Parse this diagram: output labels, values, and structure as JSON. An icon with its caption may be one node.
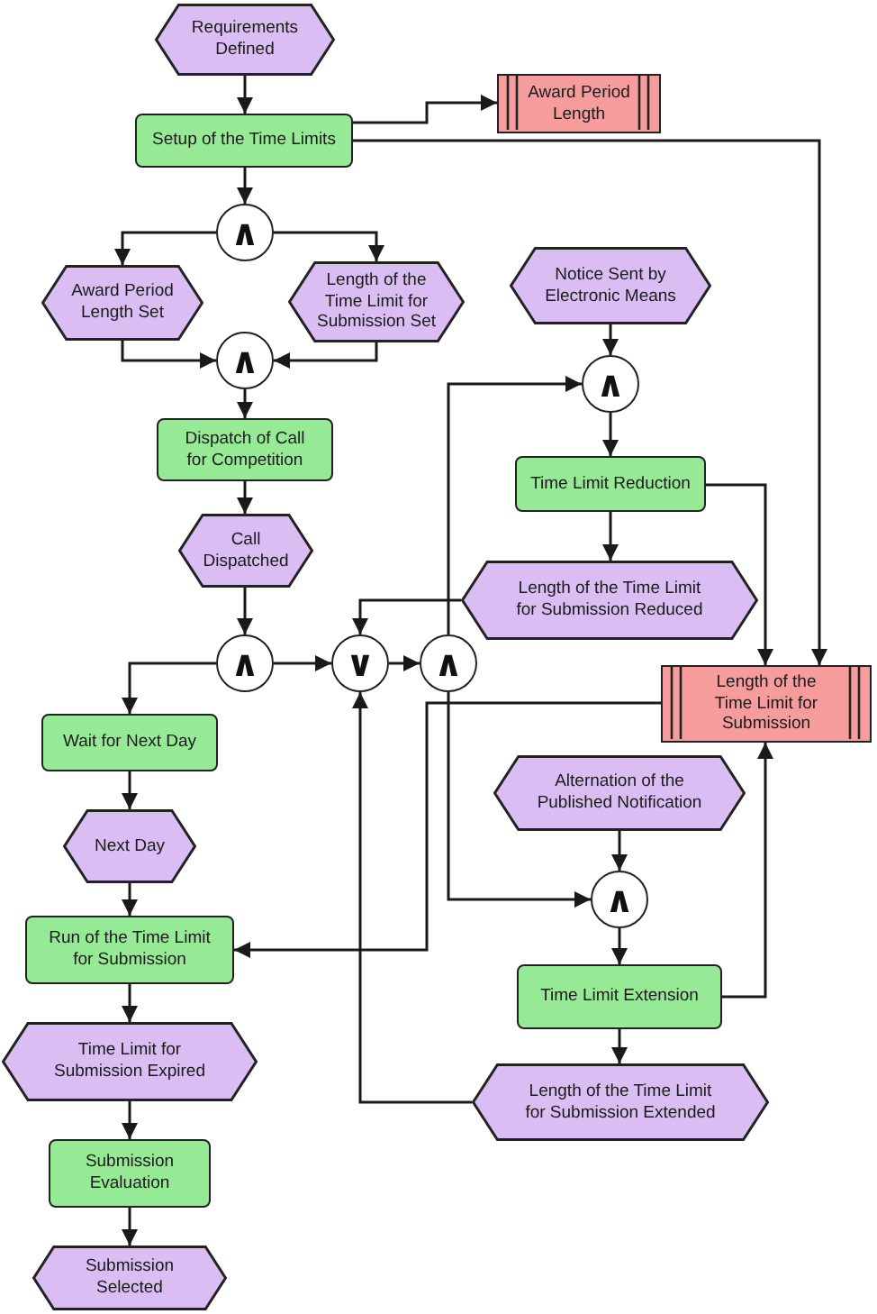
{
  "diagram": {
    "nodes": [
      {
        "text": [
          "Requirements Defined"
        ]
      },
      {
        "text": [
          "Setup of the Time Limits"
        ]
      },
      {
        "text": [
          "Award Period Length"
        ]
      },
      {
        "text": [
          "∧"
        ]
      },
      {
        "text": [
          "Award Period Length Set"
        ]
      },
      {
        "text": [
          "Length of the Time Limit for Submission Set"
        ]
      },
      {
        "text": [
          "∧"
        ]
      },
      {
        "text": [
          "Dispatch of Call for Competition"
        ]
      },
      {
        "text": [
          "Notice Sent by Electronic Means"
        ]
      },
      {
        "text": [
          "∧"
        ]
      },
      {
        "text": [
          "Time Limit Reduction"
        ]
      },
      {
        "text": [
          "Call Dispatched"
        ]
      },
      {
        "text": [
          "Length of the Time Limit for Submission Reduced"
        ]
      },
      {
        "text": [
          "∧"
        ]
      },
      {
        "text": [
          "∨"
        ]
      },
      {
        "text": [
          "∧"
        ]
      },
      {
        "text": [
          "Length of the Time Limit for Submission"
        ]
      },
      {
        "text": [
          "Wait for Next Day"
        ]
      },
      {
        "text": [
          "Alternation of the Published Notification"
        ]
      },
      {
        "text": [
          "Next Day"
        ]
      },
      {
        "text": [
          "∧"
        ]
      },
      {
        "text": [
          "Run of the Time Limit for Submission"
        ]
      },
      {
        "text": [
          "Time Limit Extension"
        ]
      },
      {
        "text": [
          "Time Limit for Submission Expired"
        ]
      },
      {
        "text": [
          "Length of the Time Limit for Submission Extended"
        ]
      },
      {
        "text": [
          "Submission Evaluation"
        ]
      },
      {
        "text": [
          "Submission Selected"
        ]
      }
    ],
    "edges": [
      {
        "from": 0,
        "to": 1,
        "arrow": "to"
      },
      {
        "from": 1,
        "to": 2,
        "arrow": "to"
      },
      {
        "from": 1,
        "to": 16,
        "arrow": "to"
      },
      {
        "from": 1,
        "to": 3,
        "arrow": "to"
      },
      {
        "from": 3,
        "to": 4,
        "arrow": "to"
      },
      {
        "from": 3,
        "to": 5,
        "arrow": "to"
      },
      {
        "from": 4,
        "to": 6,
        "arrow": "to"
      },
      {
        "from": 5,
        "to": 6,
        "arrow": "to"
      },
      {
        "from": 6,
        "to": 7,
        "arrow": "to"
      },
      {
        "from": 7,
        "to": 11,
        "arrow": "to"
      },
      {
        "from": 11,
        "to": 13,
        "arrow": "to"
      },
      {
        "from": 13,
        "to": 17,
        "arrow": "to"
      },
      {
        "from": 13,
        "to": 14,
        "arrow": "to"
      },
      {
        "from": 14,
        "to": 15,
        "arrow": "to"
      },
      {
        "from": 12,
        "to": 14,
        "arrow": "to"
      },
      {
        "from": 24,
        "to": 14,
        "arrow": "to"
      },
      {
        "from": 15,
        "to": 9,
        "arrow": "to"
      },
      {
        "from": 15,
        "to": 20,
        "arrow": "to"
      },
      {
        "from": 8,
        "to": 9,
        "arrow": "to"
      },
      {
        "from": 9,
        "to": 10,
        "arrow": "to"
      },
      {
        "from": 10,
        "to": 12,
        "arrow": "to"
      },
      {
        "from": 10,
        "to": 16,
        "arrow": "to"
      },
      {
        "from": 16,
        "to": 21,
        "arrow": "to"
      },
      {
        "from": 18,
        "to": 20,
        "arrow": "to"
      },
      {
        "from": 20,
        "to": 22,
        "arrow": "to"
      },
      {
        "from": 22,
        "to": 16,
        "arrow": "to"
      },
      {
        "from": 22,
        "to": 24,
        "arrow": "to"
      },
      {
        "from": 17,
        "to": 19,
        "arrow": "to"
      },
      {
        "from": 19,
        "to": 21,
        "arrow": "to"
      },
      {
        "from": 21,
        "to": 23,
        "arrow": "to"
      },
      {
        "from": 23,
        "to": 25,
        "arrow": "to"
      },
      {
        "from": 25,
        "to": 26,
        "arrow": "to"
      }
    ]
  }
}
